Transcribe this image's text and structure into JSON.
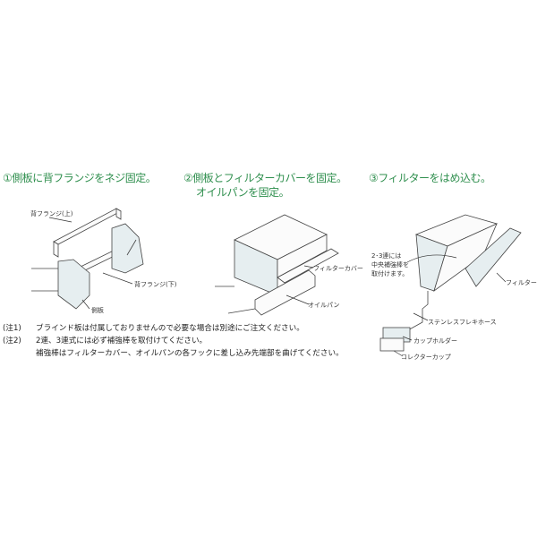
{
  "steps": [
    {
      "title": "①側板に背フランジをネジ固定。"
    },
    {
      "title": "②側板とフィルターカバーを固定。",
      "title2": "オイルパンを固定。"
    },
    {
      "title": "③フィルターをはめ込む。"
    }
  ],
  "step1_labels": {
    "upper_flange": "背フランジ(上)",
    "lower_flange": "背フランジ(下)",
    "side_plate": "側板"
  },
  "step2_labels": {
    "filter_cover": "フィルターカバー",
    "oil_pan": "オイルパン"
  },
  "step3_labels": {
    "reinforce_1": "2･3連には",
    "reinforce_2": "中央補強棒を",
    "reinforce_3": "取付けます。",
    "filter": "フィルター",
    "hose": "ステンレスフレキホース",
    "cup_holder": "カップホルダー",
    "collector_cup": "コレクターカップ"
  },
  "notes": [
    {
      "mark": "(注1)",
      "text": "ブラインド板は付属しておりませんので必要な場合は別途にご注文ください。"
    },
    {
      "mark": "(注2)",
      "text": "2連、3連式には必ず補強棒を取付けてください。"
    },
    {
      "mark": "",
      "text": "補強棒はフィルターカバー、オイルパンの各フックに差し込み先端部を曲げてください。"
    }
  ],
  "colors": {
    "heading": "#2f8f4e",
    "text": "#222222",
    "line": "#444444"
  }
}
